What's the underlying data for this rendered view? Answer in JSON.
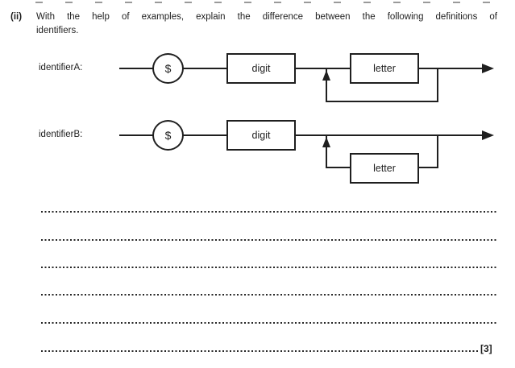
{
  "colors": {
    "ink": "#1f1f1f",
    "paper": "#ffffff"
  },
  "question": {
    "number": "(ii)",
    "prompt_line1": "With the help of examples, explain the difference between the following definitions of",
    "prompt_line2": "identifiers.",
    "marks": "[3]"
  },
  "diagrams": {
    "a": {
      "label": "identifierA:",
      "terminal": "$",
      "box1": "digit",
      "box2": "letter"
    },
    "b": {
      "label": "identifierB:",
      "terminal": "$",
      "box1": "digit",
      "box2": "letter"
    }
  },
  "answer_area": {
    "line_count": 6
  }
}
